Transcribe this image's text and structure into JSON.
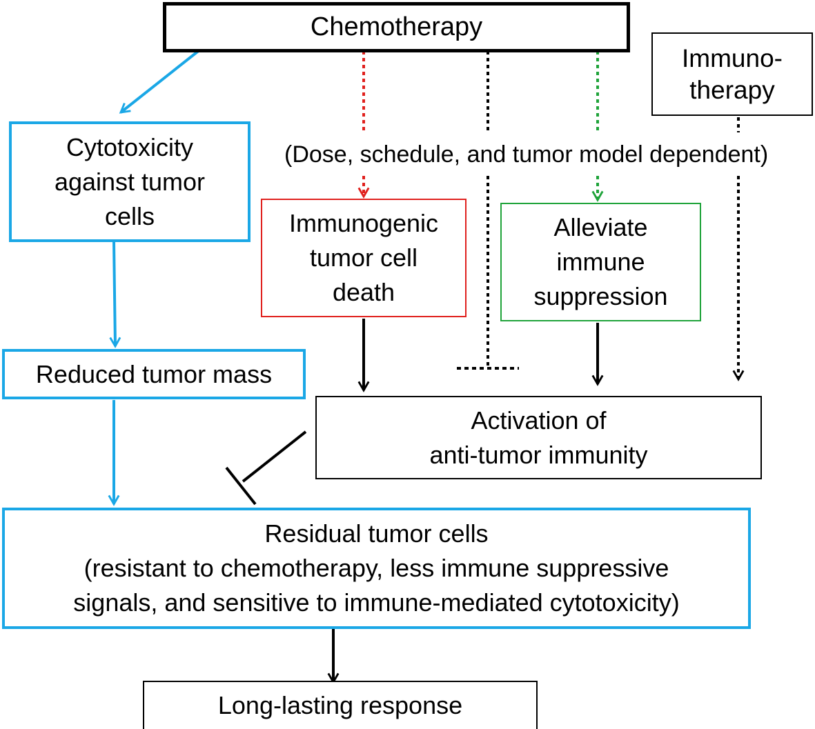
{
  "nodes": {
    "chemotherapy": {
      "lines": [
        "Chemotherapy"
      ]
    },
    "immunotherapy": {
      "lines": [
        "Immuno-",
        "therapy"
      ]
    },
    "cytotoxicity": {
      "lines": [
        "Cytotoxicity",
        "against tumor",
        "cells"
      ]
    },
    "immunogenic_death": {
      "lines": [
        "Immunogenic",
        "tumor  cell",
        "death"
      ]
    },
    "alleviate_suppression": {
      "lines": [
        "Alleviate",
        "immune",
        "suppression"
      ]
    },
    "reduced_mass": {
      "lines": [
        "Reduced  tumor  mass"
      ]
    },
    "activation_immunity": {
      "lines": [
        "Activation of",
        "anti-tumor  immunity"
      ]
    },
    "residual_cells": {
      "lines": [
        "Residual  tumor cells",
        "(resistant to chemotherapy,  less immune  suppressive",
        "signals,  and  sensitive to immune-mediated  cytotoxicity)"
      ]
    },
    "long_lasting": {
      "lines": [
        "Long-lasting  response"
      ]
    }
  },
  "condition_note": "(Dose, schedule, and tumor model dependent)",
  "colors": {
    "cytotoxic_path": "#1aa7e6",
    "immunogenic_path": "#e0201d",
    "suppression_path": "#1fa33a",
    "neutral": "#000000"
  }
}
